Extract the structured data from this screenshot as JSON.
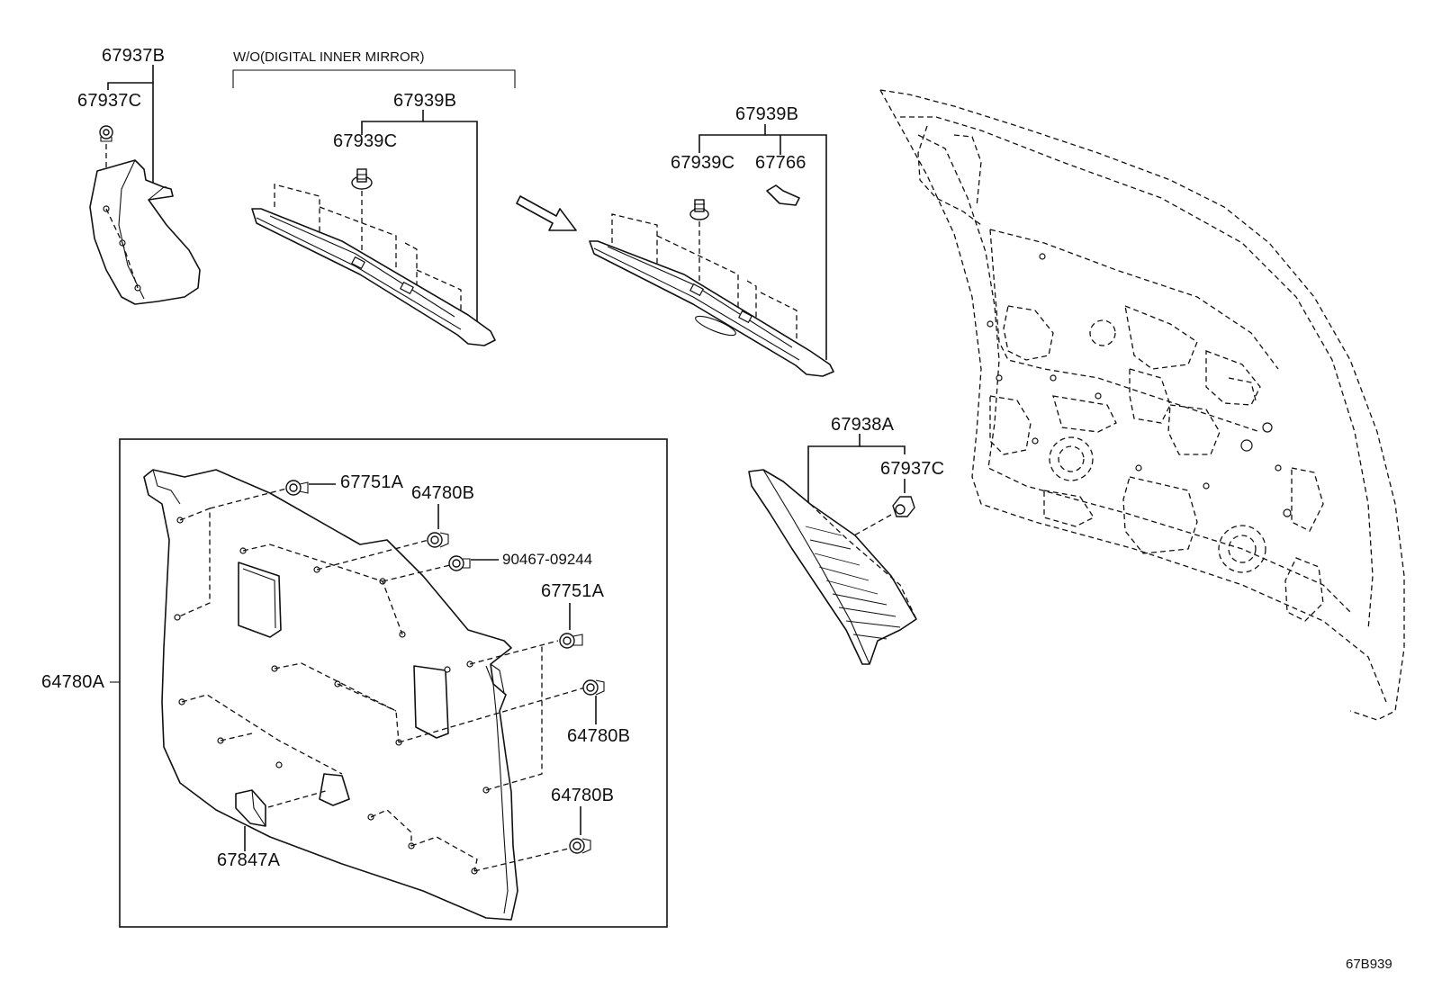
{
  "diagram": {
    "labels": {
      "p67937B": "67937B",
      "p67937C_top": "67937C",
      "note_digital_mirror": "W/O(DIGITAL INNER MIRROR)",
      "p67939B_left": "67939B",
      "p67939C_left": "67939C",
      "p67939B_right": "67939B",
      "p67939C_right": "67939C",
      "p67766": "67766",
      "p67938A": "67938A",
      "p67937C_right": "67937C",
      "p67751A_top": "67751A",
      "p64780B_top": "64780B",
      "p90467": "90467-09244",
      "p67751A_mid": "67751A",
      "p64780B_mid": "64780B",
      "p64780B_bottom": "64780B",
      "p64780A": "64780A",
      "p67847A": "67847A",
      "diagram_code": "67B939"
    }
  }
}
